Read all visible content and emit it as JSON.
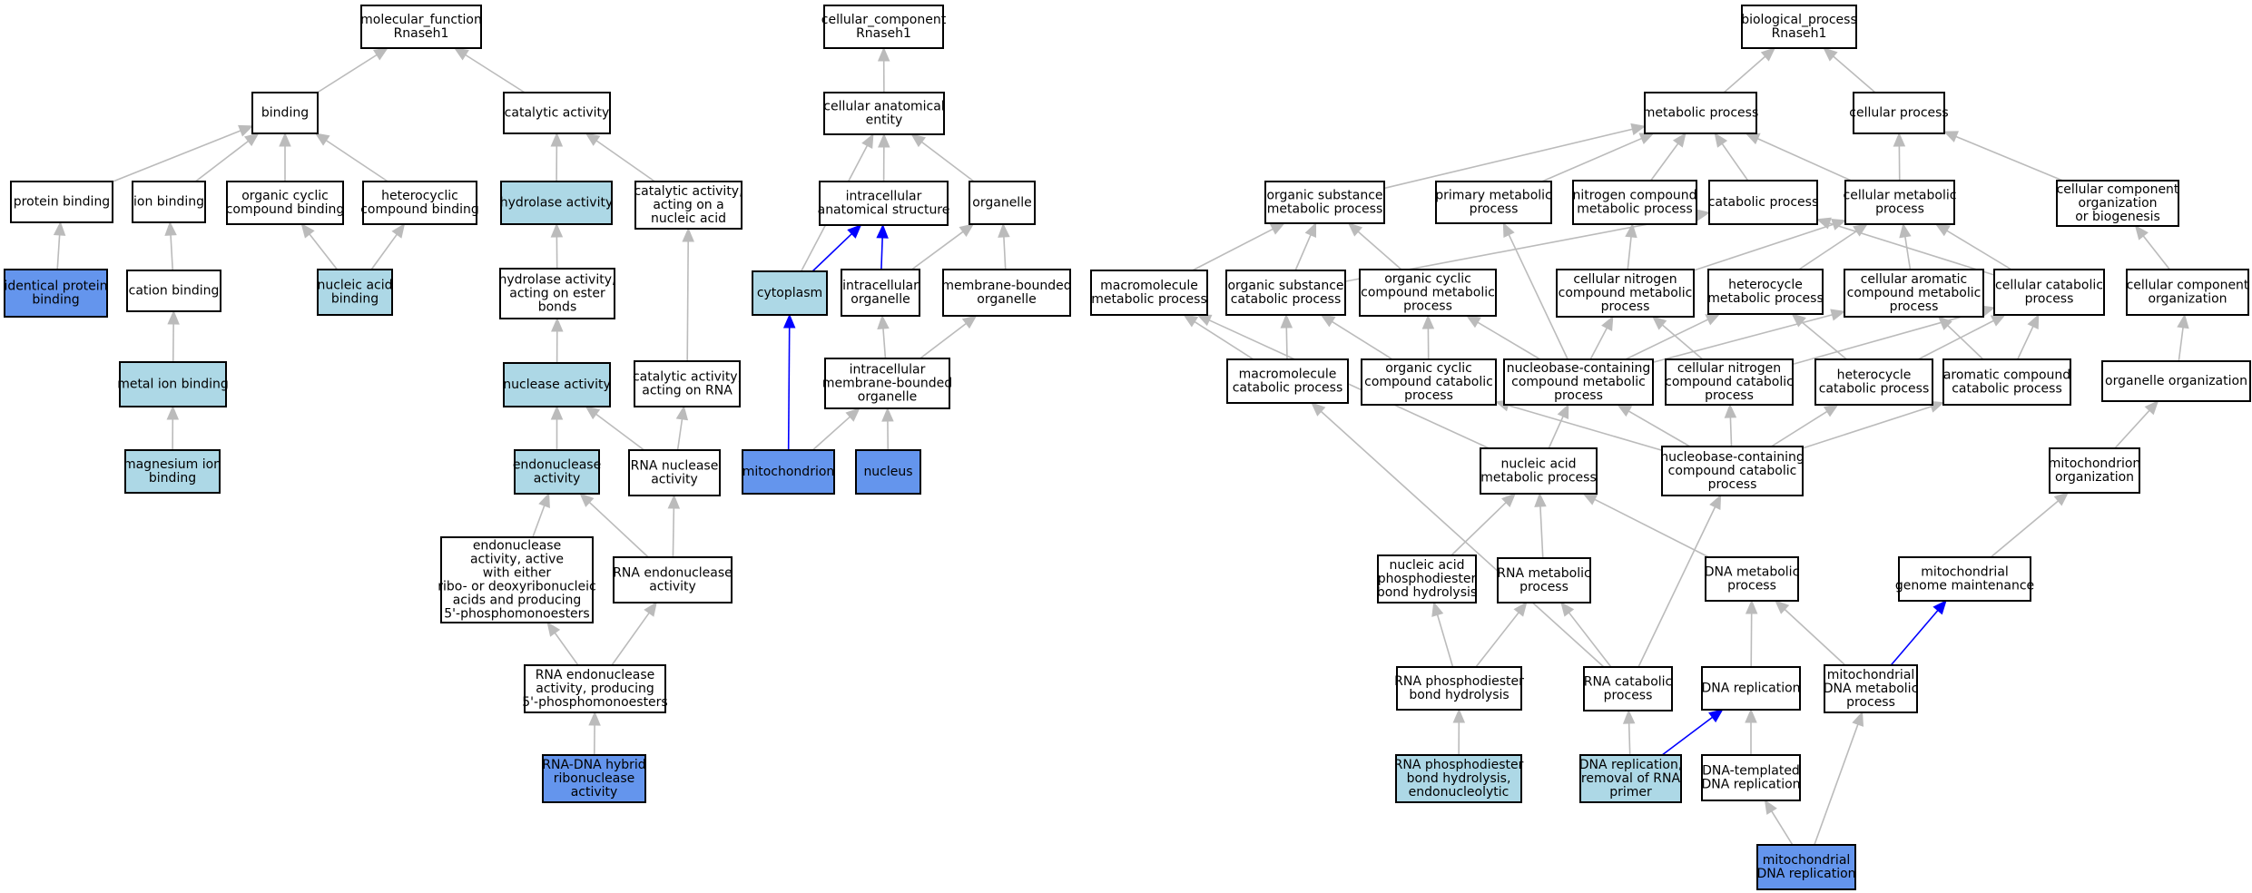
{
  "colors": {
    "plain_fill": "#ffffff",
    "light_fill": "#add8e6",
    "dark_fill": "#6495ed",
    "grey_edge": "#bbbbbb",
    "blue_edge": "#0000ff"
  },
  "nodes": [
    {
      "id": "mf",
      "lines": [
        "molecular_function",
        "Rnaseh1"
      ],
      "kind": "plain"
    },
    {
      "id": "binding",
      "lines": [
        "binding"
      ],
      "kind": "plain"
    },
    {
      "id": "catact",
      "lines": [
        "catalytic activity"
      ],
      "kind": "plain"
    },
    {
      "id": "protbind",
      "lines": [
        "protein binding"
      ],
      "kind": "plain"
    },
    {
      "id": "ionbind",
      "lines": [
        "ion binding"
      ],
      "kind": "plain"
    },
    {
      "id": "orgcyc",
      "lines": [
        "organic cyclic",
        "compound binding"
      ],
      "kind": "plain"
    },
    {
      "id": "hetcyc",
      "lines": [
        "heterocyclic",
        "compound binding"
      ],
      "kind": "plain"
    },
    {
      "id": "hydrolase",
      "lines": [
        "hydrolase activity"
      ],
      "kind": "light"
    },
    {
      "id": "catnuc",
      "lines": [
        "catalytic activity,",
        "acting on a",
        "nucleic acid"
      ],
      "kind": "plain"
    },
    {
      "id": "identprot",
      "lines": [
        "identical protein",
        "binding"
      ],
      "kind": "dark"
    },
    {
      "id": "cationbind",
      "lines": [
        "cation binding"
      ],
      "kind": "plain"
    },
    {
      "id": "nucacidbind",
      "lines": [
        "nucleic acid",
        "binding"
      ],
      "kind": "light"
    },
    {
      "id": "hydester",
      "lines": [
        "hydrolase activity,",
        "acting on ester",
        "bonds"
      ],
      "kind": "plain"
    },
    {
      "id": "metalion",
      "lines": [
        "metal ion binding"
      ],
      "kind": "light"
    },
    {
      "id": "nuclease",
      "lines": [
        "nuclease activity"
      ],
      "kind": "light"
    },
    {
      "id": "catrna",
      "lines": [
        "catalytic activity,",
        "acting on RNA"
      ],
      "kind": "plain"
    },
    {
      "id": "mgion",
      "lines": [
        "magnesium ion",
        "binding"
      ],
      "kind": "light"
    },
    {
      "id": "endonuc",
      "lines": [
        "endonuclease",
        "activity"
      ],
      "kind": "light"
    },
    {
      "id": "rnanuc",
      "lines": [
        "RNA nuclease",
        "activity"
      ],
      "kind": "plain"
    },
    {
      "id": "endo5p",
      "lines": [
        "endonuclease",
        "activity, active",
        "with either",
        "ribo- or deoxyribonucleic",
        "acids and producing",
        "5'-phosphomonoesters"
      ],
      "kind": "plain"
    },
    {
      "id": "rnaendo",
      "lines": [
        "RNA endonuclease",
        "activity"
      ],
      "kind": "plain"
    },
    {
      "id": "rnaendo5p",
      "lines": [
        "RNA endonuclease",
        "activity, producing",
        "5'-phosphomonoesters"
      ],
      "kind": "plain"
    },
    {
      "id": "rnadna",
      "lines": [
        "RNA-DNA hybrid",
        "ribonuclease",
        "activity"
      ],
      "kind": "dark"
    },
    {
      "id": "cc",
      "lines": [
        "cellular_component",
        "Rnaseh1"
      ],
      "kind": "plain"
    },
    {
      "id": "cae",
      "lines": [
        "cellular anatomical",
        "entity"
      ],
      "kind": "plain"
    },
    {
      "id": "ias",
      "lines": [
        "intracellular",
        "anatomical structure"
      ],
      "kind": "plain"
    },
    {
      "id": "organelle",
      "lines": [
        "organelle"
      ],
      "kind": "plain"
    },
    {
      "id": "cytoplasm",
      "lines": [
        "cytoplasm"
      ],
      "kind": "light"
    },
    {
      "id": "intorg",
      "lines": [
        "intracellular",
        "organelle"
      ],
      "kind": "plain"
    },
    {
      "id": "mbo",
      "lines": [
        "membrane-bounded",
        "organelle"
      ],
      "kind": "plain"
    },
    {
      "id": "imbo",
      "lines": [
        "intracellular",
        "membrane-bounded",
        "organelle"
      ],
      "kind": "plain"
    },
    {
      "id": "mito",
      "lines": [
        "mitochondrion"
      ],
      "kind": "dark"
    },
    {
      "id": "nucleus",
      "lines": [
        "nucleus"
      ],
      "kind": "dark"
    },
    {
      "id": "bp",
      "lines": [
        "biological_process",
        "Rnaseh1"
      ],
      "kind": "plain"
    },
    {
      "id": "metproc",
      "lines": [
        "metabolic process"
      ],
      "kind": "plain"
    },
    {
      "id": "cellproc",
      "lines": [
        "cellular process"
      ],
      "kind": "plain"
    },
    {
      "id": "osmp",
      "lines": [
        "organic substance",
        "metabolic process"
      ],
      "kind": "plain"
    },
    {
      "id": "primmet",
      "lines": [
        "primary metabolic",
        "process"
      ],
      "kind": "plain"
    },
    {
      "id": "nitcmp",
      "lines": [
        "nitrogen compound",
        "metabolic process"
      ],
      "kind": "plain"
    },
    {
      "id": "catab",
      "lines": [
        "catabolic process"
      ],
      "kind": "plain"
    },
    {
      "id": "cellmet",
      "lines": [
        "cellular metabolic",
        "process"
      ],
      "kind": "plain"
    },
    {
      "id": "ccob",
      "lines": [
        "cellular component",
        "organization",
        "or biogenesis"
      ],
      "kind": "plain"
    },
    {
      "id": "macromet",
      "lines": [
        "macromolecule",
        "metabolic process"
      ],
      "kind": "plain"
    },
    {
      "id": "oscp",
      "lines": [
        "organic substance",
        "catabolic process"
      ],
      "kind": "plain"
    },
    {
      "id": "occmp",
      "lines": [
        "organic cyclic",
        "compound metabolic",
        "process"
      ],
      "kind": "plain"
    },
    {
      "id": "cncmp",
      "lines": [
        "cellular nitrogen",
        "compound metabolic",
        "process"
      ],
      "kind": "plain"
    },
    {
      "id": "hetmet",
      "lines": [
        "heterocycle",
        "metabolic process"
      ],
      "kind": "plain"
    },
    {
      "id": "cacmp",
      "lines": [
        "cellular aromatic",
        "compound metabolic",
        "process"
      ],
      "kind": "plain"
    },
    {
      "id": "cellcat",
      "lines": [
        "cellular catabolic",
        "process"
      ],
      "kind": "plain"
    },
    {
      "id": "ccorg",
      "lines": [
        "cellular component",
        "organization"
      ],
      "kind": "plain"
    },
    {
      "id": "macrocat",
      "lines": [
        "macromolecule",
        "catabolic process"
      ],
      "kind": "plain"
    },
    {
      "id": "occcp",
      "lines": [
        "organic cyclic",
        "compound catabolic",
        "process"
      ],
      "kind": "plain"
    },
    {
      "id": "nbcmp",
      "lines": [
        "nucleobase-containing",
        "compound metabolic",
        "process"
      ],
      "kind": "plain"
    },
    {
      "id": "cnccp",
      "lines": [
        "cellular nitrogen",
        "compound catabolic",
        "process"
      ],
      "kind": "plain"
    },
    {
      "id": "hetcat",
      "lines": [
        "heterocycle",
        "catabolic process"
      ],
      "kind": "plain"
    },
    {
      "id": "arocat",
      "lines": [
        "aromatic compound",
        "catabolic process"
      ],
      "kind": "plain"
    },
    {
      "id": "orgorg",
      "lines": [
        "organelle organization"
      ],
      "kind": "plain"
    },
    {
      "id": "nameta",
      "lines": [
        "nucleic acid",
        "metabolic process"
      ],
      "kind": "plain"
    },
    {
      "id": "nbccp",
      "lines": [
        "nucleobase-containing",
        "compound catabolic",
        "process"
      ],
      "kind": "plain"
    },
    {
      "id": "mitoorg",
      "lines": [
        "mitochondrion",
        "organization"
      ],
      "kind": "plain"
    },
    {
      "id": "napdh",
      "lines": [
        "nucleic acid",
        "phosphodiester",
        "bond hydrolysis"
      ],
      "kind": "plain"
    },
    {
      "id": "rnamet",
      "lines": [
        "RNA metabolic",
        "process"
      ],
      "kind": "plain"
    },
    {
      "id": "dnamet",
      "lines": [
        "DNA metabolic",
        "process"
      ],
      "kind": "plain"
    },
    {
      "id": "mitogen",
      "lines": [
        "mitochondrial",
        "genome maintenance"
      ],
      "kind": "plain"
    },
    {
      "id": "rnapdh",
      "lines": [
        "RNA phosphodiester",
        "bond hydrolysis"
      ],
      "kind": "plain"
    },
    {
      "id": "rnacat",
      "lines": [
        "RNA catabolic",
        "process"
      ],
      "kind": "plain"
    },
    {
      "id": "dnarep",
      "lines": [
        "DNA replication"
      ],
      "kind": "plain"
    },
    {
      "id": "mitodna",
      "lines": [
        "mitochondrial",
        "DNA metabolic",
        "process"
      ],
      "kind": "plain"
    },
    {
      "id": "rnapdhe",
      "lines": [
        "RNA phosphodiester",
        "bond hydrolysis,",
        "endonucleolytic"
      ],
      "kind": "light"
    },
    {
      "id": "dnarepprim",
      "lines": [
        "DNA replication,",
        "removal of RNA",
        "primer"
      ],
      "kind": "light"
    },
    {
      "id": "dnatemp",
      "lines": [
        "DNA-templated",
        "DNA replication"
      ],
      "kind": "plain"
    },
    {
      "id": "mitodnarep",
      "lines": [
        "mitochondrial",
        "DNA replication"
      ],
      "kind": "dark"
    }
  ],
  "edges": [
    [
      "binding",
      "mf",
      "grey"
    ],
    [
      "catact",
      "mf",
      "grey"
    ],
    [
      "protbind",
      "binding",
      "grey"
    ],
    [
      "ionbind",
      "binding",
      "grey"
    ],
    [
      "orgcyc",
      "binding",
      "grey"
    ],
    [
      "hetcyc",
      "binding",
      "grey"
    ],
    [
      "hydrolase",
      "catact",
      "grey"
    ],
    [
      "catnuc",
      "catact",
      "grey"
    ],
    [
      "identprot",
      "protbind",
      "grey"
    ],
    [
      "cationbind",
      "ionbind",
      "grey"
    ],
    [
      "nucacidbind",
      "orgcyc",
      "grey"
    ],
    [
      "nucacidbind",
      "hetcyc",
      "grey"
    ],
    [
      "hydester",
      "hydrolase",
      "grey"
    ],
    [
      "metalion",
      "cationbind",
      "grey"
    ],
    [
      "nuclease",
      "hydester",
      "grey"
    ],
    [
      "catrna",
      "catnuc",
      "grey"
    ],
    [
      "mgion",
      "metalion",
      "grey"
    ],
    [
      "endonuc",
      "nuclease",
      "grey"
    ],
    [
      "rnanuc",
      "nuclease",
      "grey"
    ],
    [
      "rnanuc",
      "catrna",
      "grey"
    ],
    [
      "endo5p",
      "endonuc",
      "grey"
    ],
    [
      "rnaendo",
      "endonuc",
      "grey"
    ],
    [
      "rnaendo",
      "rnanuc",
      "grey"
    ],
    [
      "rnaendo5p",
      "endo5p",
      "grey"
    ],
    [
      "rnaendo5p",
      "rnaendo",
      "grey"
    ],
    [
      "rnadna",
      "rnaendo5p",
      "grey"
    ],
    [
      "cae",
      "cc",
      "grey"
    ],
    [
      "ias",
      "cae",
      "grey"
    ],
    [
      "organelle",
      "cae",
      "grey"
    ],
    [
      "cytoplasm",
      "cae",
      "grey"
    ],
    [
      "cytoplasm",
      "ias",
      "blue"
    ],
    [
      "intorg",
      "ias",
      "blue"
    ],
    [
      "intorg",
      "organelle",
      "grey"
    ],
    [
      "mbo",
      "organelle",
      "grey"
    ],
    [
      "imbo",
      "intorg",
      "grey"
    ],
    [
      "imbo",
      "mbo",
      "grey"
    ],
    [
      "mito",
      "cytoplasm",
      "blue"
    ],
    [
      "mito",
      "imbo",
      "grey"
    ],
    [
      "nucleus",
      "imbo",
      "grey"
    ],
    [
      "metproc",
      "bp",
      "grey"
    ],
    [
      "cellproc",
      "bp",
      "grey"
    ],
    [
      "osmp",
      "metproc",
      "grey"
    ],
    [
      "primmet",
      "metproc",
      "grey"
    ],
    [
      "nitcmp",
      "metproc",
      "grey"
    ],
    [
      "catab",
      "metproc",
      "grey"
    ],
    [
      "cellmet",
      "metproc",
      "grey"
    ],
    [
      "cellmet",
      "cellproc",
      "grey"
    ],
    [
      "ccob",
      "cellproc",
      "grey"
    ],
    [
      "macromet",
      "osmp",
      "grey"
    ],
    [
      "oscp",
      "osmp",
      "grey"
    ],
    [
      "oscp",
      "catab",
      "grey"
    ],
    [
      "occmp",
      "osmp",
      "grey"
    ],
    [
      "cncmp",
      "nitcmp",
      "grey"
    ],
    [
      "cncmp",
      "cellmet",
      "grey"
    ],
    [
      "hetmet",
      "cellmet",
      "grey"
    ],
    [
      "cacmp",
      "cellmet",
      "grey"
    ],
    [
      "cellcat",
      "cellmet",
      "grey"
    ],
    [
      "cellcat",
      "catab",
      "grey"
    ],
    [
      "ccorg",
      "ccob",
      "grey"
    ],
    [
      "macrocat",
      "macromet",
      "grey"
    ],
    [
      "macrocat",
      "oscp",
      "grey"
    ],
    [
      "occcp",
      "occmp",
      "grey"
    ],
    [
      "occcp",
      "oscp",
      "grey"
    ],
    [
      "nbcmp",
      "occmp",
      "grey"
    ],
    [
      "nbcmp",
      "cncmp",
      "grey"
    ],
    [
      "nbcmp",
      "hetmet",
      "grey"
    ],
    [
      "nbcmp",
      "cacmp",
      "grey"
    ],
    [
      "nbcmp",
      "primmet",
      "grey"
    ],
    [
      "cnccp",
      "cncmp",
      "grey"
    ],
    [
      "cnccp",
      "cellcat",
      "grey"
    ],
    [
      "hetcat",
      "hetmet",
      "grey"
    ],
    [
      "hetcat",
      "cellcat",
      "grey"
    ],
    [
      "arocat",
      "cacmp",
      "grey"
    ],
    [
      "arocat",
      "cellcat",
      "grey"
    ],
    [
      "orgorg",
      "ccorg",
      "grey"
    ],
    [
      "nameta",
      "nbcmp",
      "grey"
    ],
    [
      "nameta",
      "macromet",
      "grey"
    ],
    [
      "nbccp",
      "nbcmp",
      "grey"
    ],
    [
      "nbccp",
      "occcp",
      "grey"
    ],
    [
      "nbccp",
      "cnccp",
      "grey"
    ],
    [
      "nbccp",
      "hetcat",
      "grey"
    ],
    [
      "nbccp",
      "arocat",
      "grey"
    ],
    [
      "mitoorg",
      "orgorg",
      "grey"
    ],
    [
      "napdh",
      "nameta",
      "grey"
    ],
    [
      "rnamet",
      "nameta",
      "grey"
    ],
    [
      "dnamet",
      "nameta",
      "grey"
    ],
    [
      "mitogen",
      "mitoorg",
      "grey"
    ],
    [
      "rnapdh",
      "napdh",
      "grey"
    ],
    [
      "rnapdh",
      "rnamet",
      "grey"
    ],
    [
      "rnacat",
      "rnamet",
      "grey"
    ],
    [
      "rnacat",
      "nbccp",
      "grey"
    ],
    [
      "rnacat",
      "macrocat",
      "grey"
    ],
    [
      "dnarep",
      "dnamet",
      "grey"
    ],
    [
      "mitodna",
      "dnamet",
      "grey"
    ],
    [
      "mitodna",
      "mitogen",
      "blue"
    ],
    [
      "rnapdhe",
      "rnapdh",
      "grey"
    ],
    [
      "dnarepprim",
      "rnacat",
      "grey"
    ],
    [
      "dnarepprim",
      "dnarep",
      "blue"
    ],
    [
      "dnatemp",
      "dnarep",
      "grey"
    ],
    [
      "mitodnarep",
      "dnatemp",
      "grey"
    ],
    [
      "mitodnarep",
      "mitodna",
      "grey"
    ]
  ]
}
